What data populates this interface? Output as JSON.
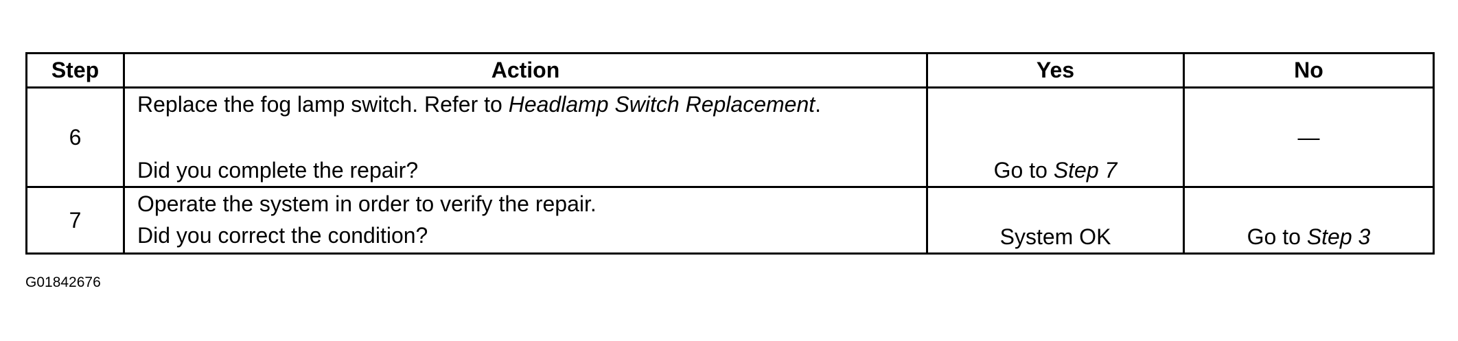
{
  "table": {
    "headers": {
      "step": "Step",
      "action": "Action",
      "yes": "Yes",
      "no": "No"
    },
    "rows": [
      {
        "step": "6",
        "action_line1_prefix": "Replace the fog lamp switch. Refer to ",
        "action_line1_ref": "Headlamp Switch Replacement",
        "action_line1_suffix": ".",
        "action_line2": "Did you complete the repair?",
        "yes_prefix": "Go to ",
        "yes_ref": "Step 7",
        "no_text": "—"
      },
      {
        "step": "7",
        "action_line1": "Operate the system in order to verify the repair.",
        "action_line2": "Did you correct the condition?",
        "yes_text": "System OK",
        "no_prefix": "Go to ",
        "no_ref": "Step 3"
      }
    ]
  },
  "figure_id": "G01842676"
}
